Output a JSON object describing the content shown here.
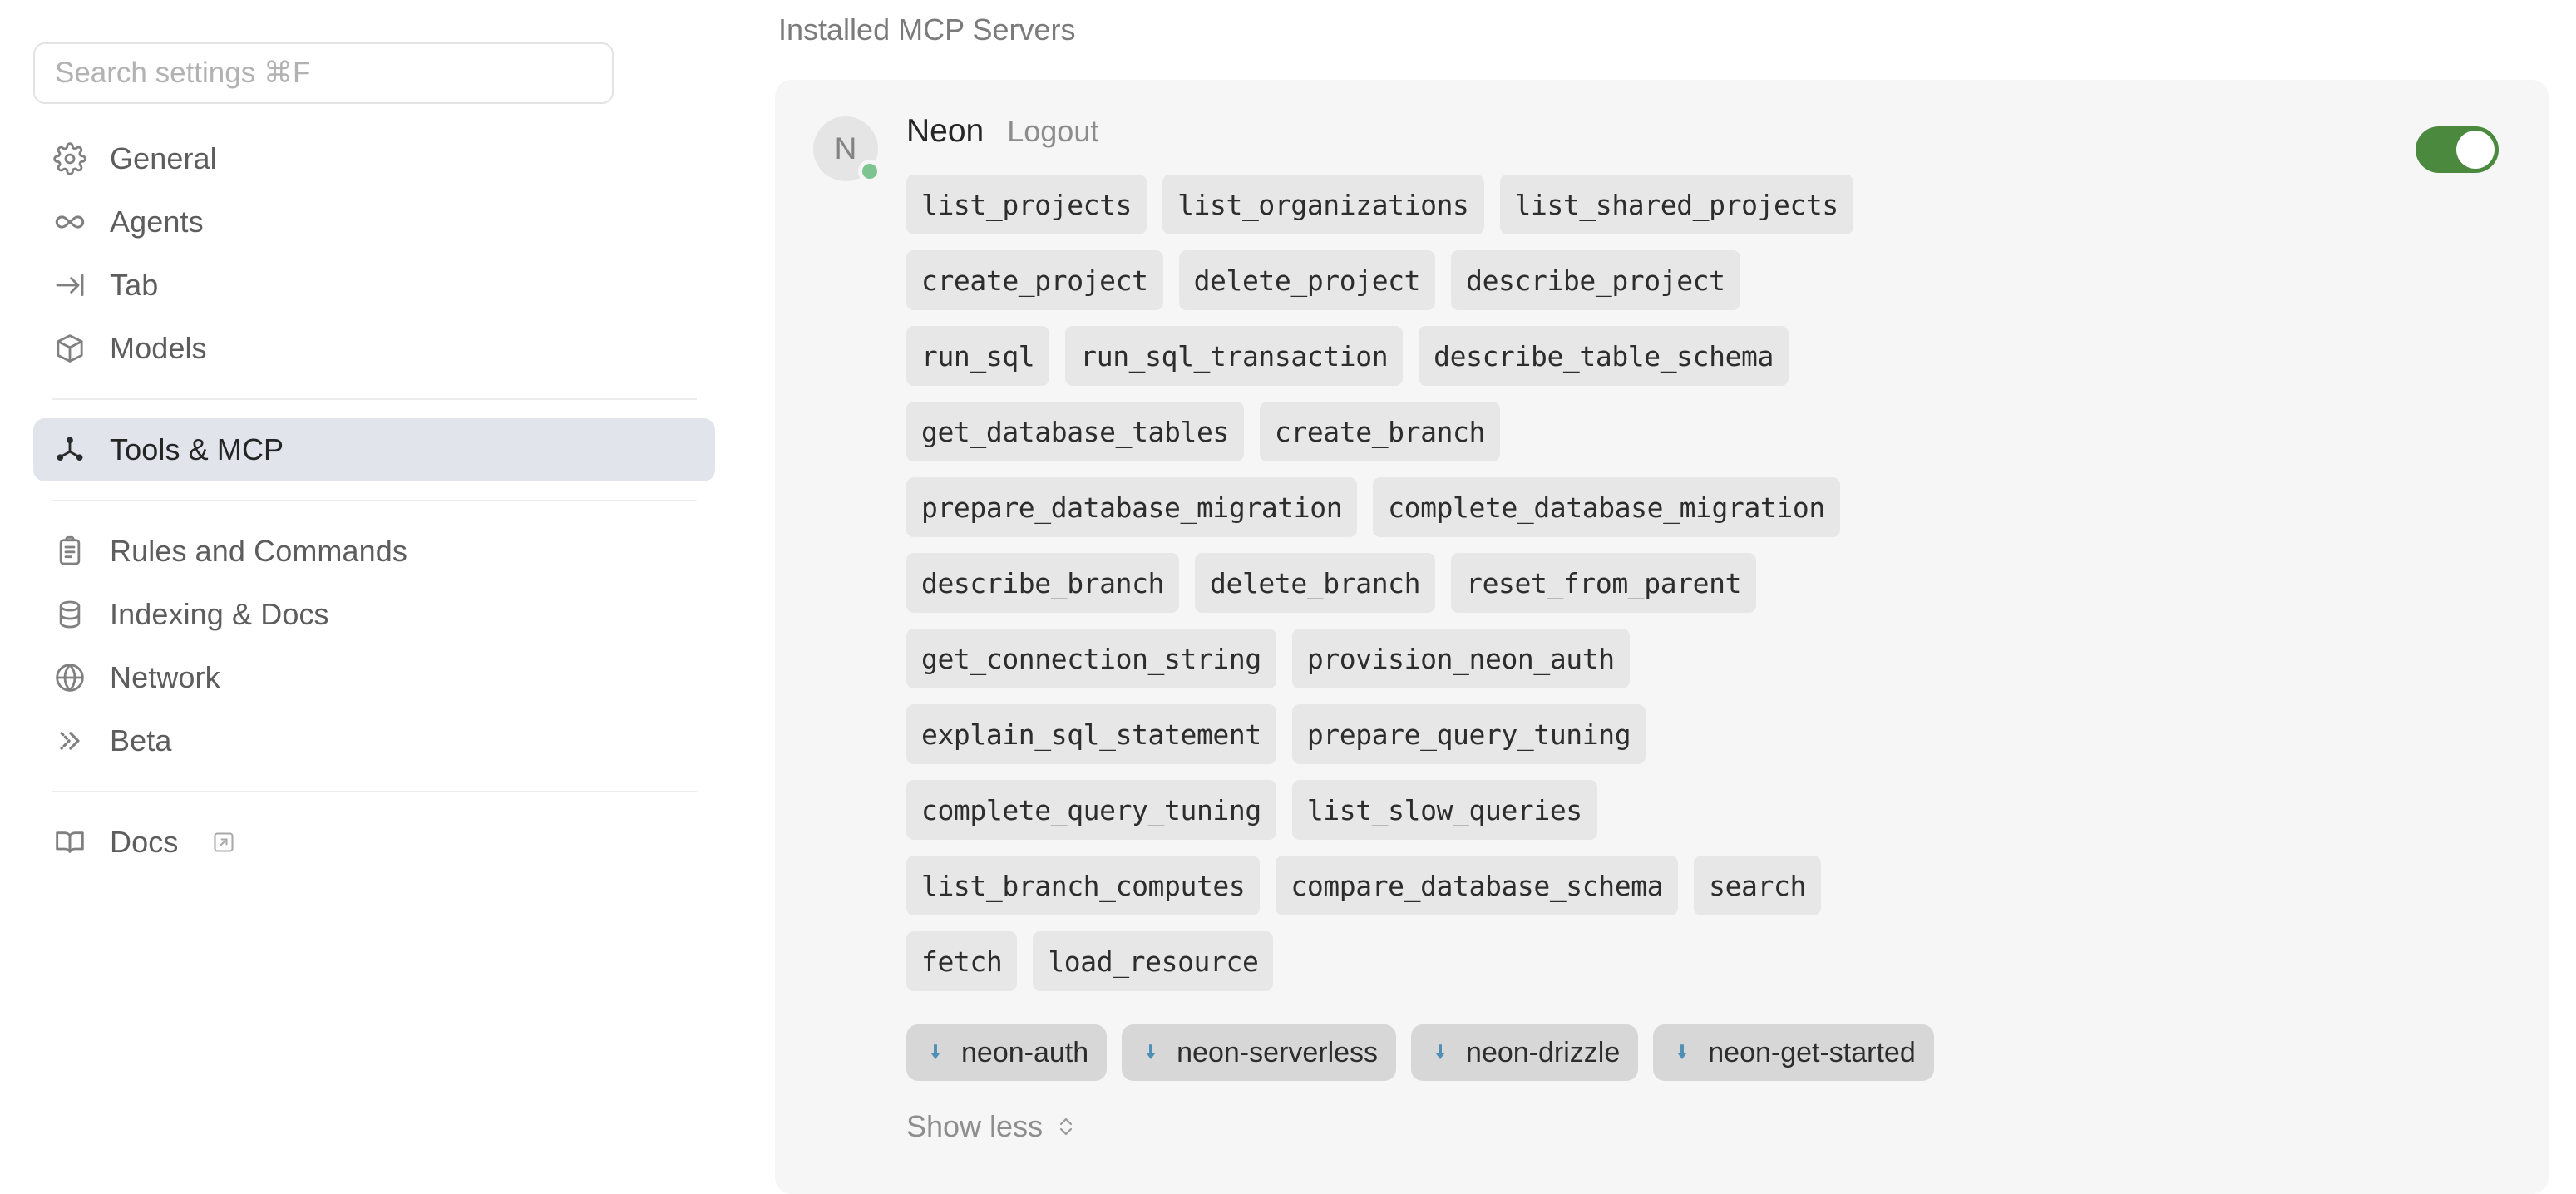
{
  "sidebar": {
    "search": {
      "placeholder": "Search settings ⌘F",
      "value": ""
    },
    "groups": [
      {
        "items": [
          {
            "label": "General",
            "icon": "gear-icon",
            "selected": false
          },
          {
            "label": "Agents",
            "icon": "infinity-icon",
            "selected": false
          },
          {
            "label": "Tab",
            "icon": "tab-arrow-icon",
            "selected": false
          },
          {
            "label": "Models",
            "icon": "cube-icon",
            "selected": false
          }
        ]
      },
      {
        "items": [
          {
            "label": "Tools & MCP",
            "icon": "network-nodes-icon",
            "selected": true
          }
        ]
      },
      {
        "items": [
          {
            "label": "Rules and Commands",
            "icon": "clipboard-icon",
            "selected": false
          },
          {
            "label": "Indexing & Docs",
            "icon": "database-icon",
            "selected": false
          },
          {
            "label": "Network",
            "icon": "globe-icon",
            "selected": false
          },
          {
            "label": "Beta",
            "icon": "double-chevron-right-icon",
            "selected": false
          }
        ]
      },
      {
        "items": [
          {
            "label": "Docs",
            "icon": "book-icon",
            "selected": false,
            "external": true
          }
        ]
      }
    ]
  },
  "main": {
    "title": "Installed MCP Servers",
    "server": {
      "avatar_initial": "N",
      "name": "Neon",
      "logout_label": "Logout",
      "status": "connected",
      "enabled": true,
      "toggle_color": "#4b8a3e",
      "status_dot_color": "#7ec490",
      "tools": [
        "list_projects",
        "list_organizations",
        "list_shared_projects",
        "create_project",
        "delete_project",
        "describe_project",
        "run_sql",
        "run_sql_transaction",
        "describe_table_schema",
        "get_database_tables",
        "create_branch",
        "prepare_database_migration",
        "complete_database_migration",
        "describe_branch",
        "delete_branch",
        "reset_from_parent",
        "get_connection_string",
        "provision_neon_auth",
        "explain_sql_statement",
        "prepare_query_tuning",
        "complete_query_tuning",
        "list_slow_queries",
        "list_branch_computes",
        "compare_database_schema",
        "search",
        "fetch",
        "load_resource"
      ],
      "resources": [
        {
          "label": "neon-auth",
          "icon": "download-arrow-icon"
        },
        {
          "label": "neon-serverless",
          "icon": "download-arrow-icon"
        },
        {
          "label": "neon-drizzle",
          "icon": "download-arrow-icon"
        },
        {
          "label": "neon-get-started",
          "icon": "download-arrow-icon"
        }
      ],
      "show_less_label": "Show less"
    }
  }
}
